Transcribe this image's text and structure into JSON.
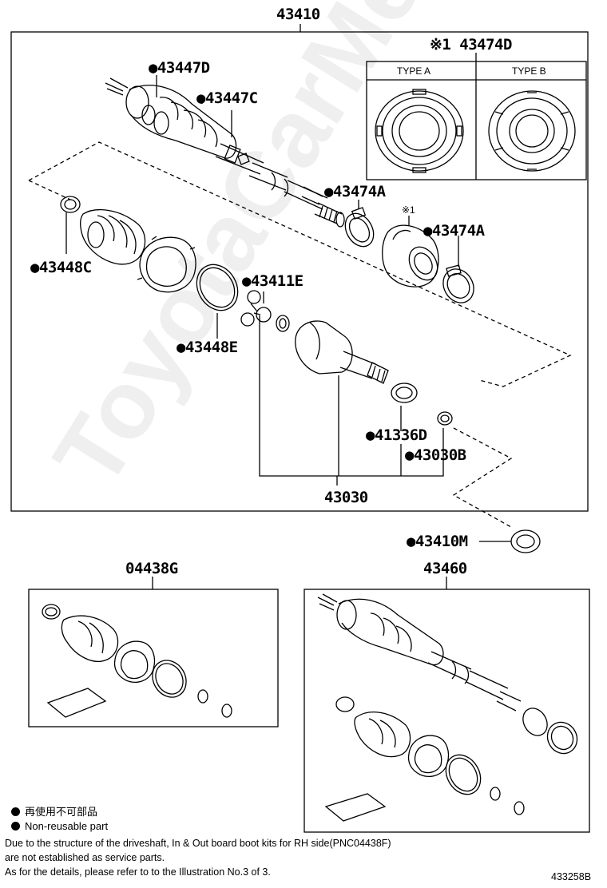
{
  "assembly": {
    "main": "43410",
    "inboard_joint": "43030",
    "lh_shaft": "43460",
    "boot_kit": "04438G"
  },
  "labels": {
    "p43474D": "※1 43474D",
    "p43447D": "●43447D",
    "p43447C": "●43447C",
    "p43474A_top": "●43474A",
    "p43474A_right": "●43474A",
    "note1": "※1",
    "p43448C": "●43448C",
    "p43411E": "●43411E",
    "p43448E": "●43448E",
    "p41336D": "●41336D",
    "p43030B": "●43030B",
    "p43410M": "●43410M"
  },
  "inset": {
    "type_a": "TYPE A",
    "type_b": "TYPE B"
  },
  "legend": {
    "jp": "再使用不可部品",
    "en": "Non-reusable part"
  },
  "notes": [
    "Due to the structure of the driveshaft, In & Out board  boot kits for RH side(PNC04438F)",
    "are not established as service parts.",
    "As for the details, please refer to to the Illustration No.3 of 3."
  ],
  "figure_id": "433258B",
  "watermark": "ToyotaCarMe.ru"
}
